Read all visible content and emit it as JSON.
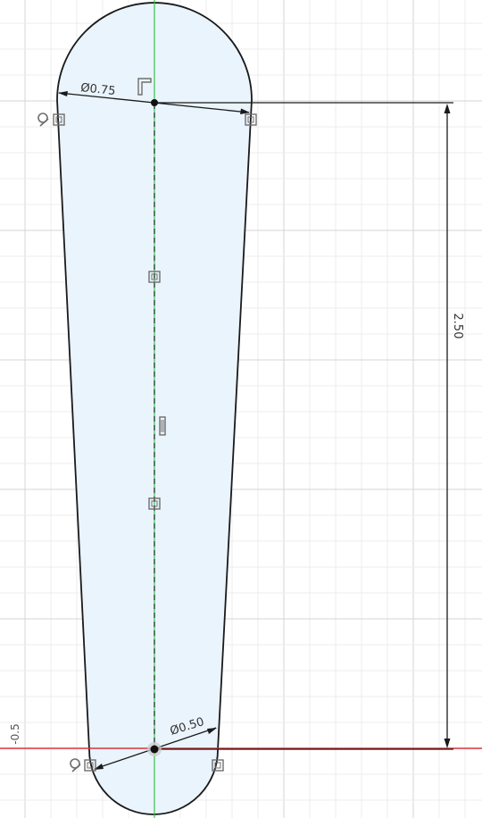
{
  "sketch": {
    "dimensions": {
      "top_diameter": "Ø0.75",
      "bottom_diameter": "Ø0.50",
      "length": "2.50"
    },
    "axis_label": "-0.5"
  },
  "colors": {
    "profile_fill": "#eaf4fc",
    "profile_stroke": "#1a1a1a",
    "grid_major": "#d4d4d4",
    "grid_minor": "#ececec",
    "x_axis": "#d8323c",
    "y_axis": "#36c24a",
    "constraint_icon": "#6e6e6e"
  },
  "icons": {
    "coincident": "coincident-icon",
    "tangent": "tangent-icon",
    "fix": "fix-icon",
    "parallel": "parallel-icon"
  }
}
